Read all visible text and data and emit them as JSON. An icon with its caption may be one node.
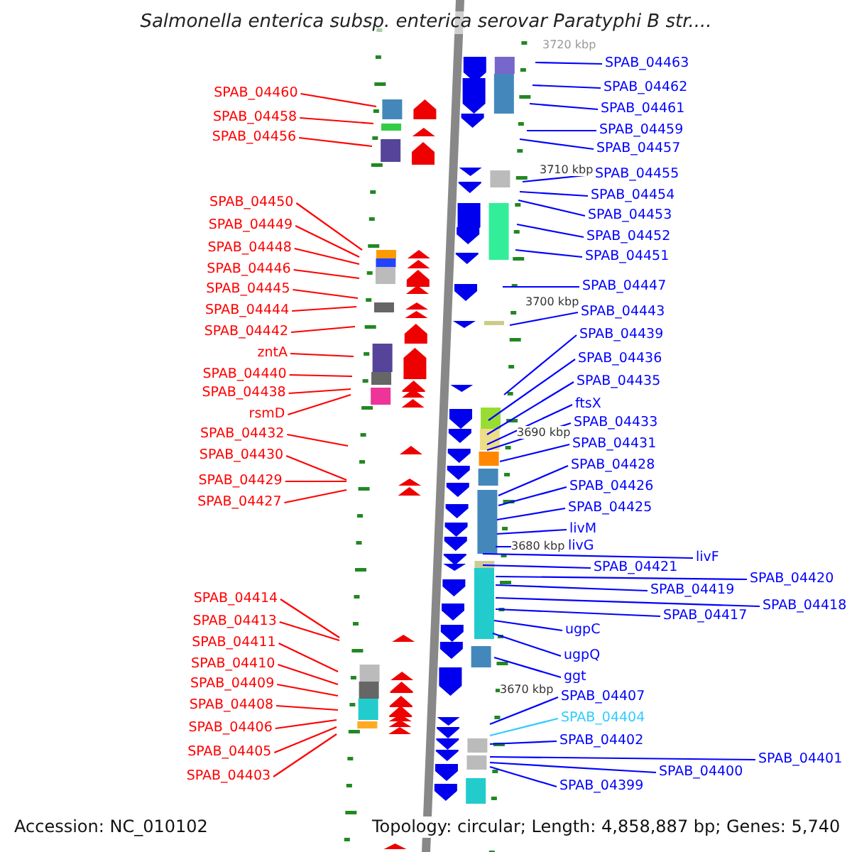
{
  "diagram": {
    "title": "Salmonella enterica subsp. enterica serovar Paratyphi B str....",
    "nodes": [
      {
        "text": [
          "SPAB_04460"
        ]
      },
      {
        "text": [
          "SPAB_04458"
        ]
      },
      {
        "text": [
          "SPAB_04456"
        ]
      },
      {
        "text": [
          "SPAB_04450"
        ]
      },
      {
        "text": [
          "SPAB_04449"
        ]
      },
      {
        "text": [
          "SPAB_04448"
        ]
      },
      {
        "text": [
          "SPAB_04446"
        ]
      },
      {
        "text": [
          "SPAB_04445"
        ]
      },
      {
        "text": [
          "SPAB_04444"
        ]
      },
      {
        "text": [
          "SPAB_04442"
        ]
      },
      {
        "text": [
          "zntA"
        ]
      },
      {
        "text": [
          "SPAB_04440"
        ]
      },
      {
        "text": [
          "SPAB_04438"
        ]
      },
      {
        "text": [
          "rsmD"
        ]
      },
      {
        "text": [
          "SPAB_04432"
        ]
      },
      {
        "text": [
          "SPAB_04430"
        ]
      },
      {
        "text": [
          "SPAB_04429"
        ]
      },
      {
        "text": [
          "SPAB_04427"
        ]
      },
      {
        "text": [
          "SPAB_04414"
        ]
      },
      {
        "text": [
          "SPAB_04413"
        ]
      },
      {
        "text": [
          "SPAB_04411"
        ]
      },
      {
        "text": [
          "SPAB_04410"
        ]
      },
      {
        "text": [
          "SPAB_04409"
        ]
      },
      {
        "text": [
          "SPAB_04408"
        ]
      },
      {
        "text": [
          "SPAB_04406"
        ]
      },
      {
        "text": [
          "SPAB_04405"
        ]
      },
      {
        "text": [
          "SPAB_04403"
        ]
      },
      {
        "text": [
          "SPAB_04463"
        ]
      },
      {
        "text": [
          "SPAB_04462"
        ]
      },
      {
        "text": [
          "SPAB_04461"
        ]
      },
      {
        "text": [
          "SPAB_04459"
        ]
      },
      {
        "text": [
          "SPAB_04457"
        ]
      },
      {
        "text": [
          "SPAB_04455"
        ]
      },
      {
        "text": [
          "SPAB_04454"
        ]
      },
      {
        "text": [
          "SPAB_04453"
        ]
      },
      {
        "text": [
          "SPAB_04452"
        ]
      },
      {
        "text": [
          "SPAB_04451"
        ]
      },
      {
        "text": [
          "SPAB_04447"
        ]
      },
      {
        "text": [
          "SPAB_04443"
        ]
      },
      {
        "text": [
          "SPAB_04439"
        ]
      },
      {
        "text": [
          "SPAB_04436"
        ]
      },
      {
        "text": [
          "SPAB_04435"
        ]
      },
      {
        "text": [
          "ftsX"
        ]
      },
      {
        "text": [
          "SPAB_04433"
        ]
      },
      {
        "text": [
          "SPAB_04431"
        ]
      },
      {
        "text": [
          "SPAB_04428"
        ]
      },
      {
        "text": [
          "SPAB_04426"
        ]
      },
      {
        "text": [
          "SPAB_04425"
        ]
      },
      {
        "text": [
          "livM"
        ]
      },
      {
        "text": [
          "livG"
        ]
      },
      {
        "text": [
          "SPAB_04421"
        ]
      },
      {
        "text": [
          "livF"
        ]
      },
      {
        "text": [
          "SPAB_04420"
        ]
      },
      {
        "text": [
          "SPAB_04419"
        ]
      },
      {
        "text": [
          "SPAB_04418"
        ]
      },
      {
        "text": [
          "SPAB_04417"
        ]
      },
      {
        "text": [
          "ugpC"
        ]
      },
      {
        "text": [
          "ugpQ"
        ]
      },
      {
        "text": [
          "ggt"
        ]
      },
      {
        "text": [
          "SPAB_04407"
        ]
      },
      {
        "text": [
          "SPAB_04404"
        ]
      },
      {
        "text": [
          "SPAB_04402"
        ]
      },
      {
        "text": [
          "SPAB_04400"
        ]
      },
      {
        "text": [
          "SPAB_04401"
        ]
      },
      {
        "text": [
          "SPAB_04399"
        ]
      }
    ],
    "edges": [
      {
        "from": 0,
        "to": null,
        "arrow": "none",
        "color": "#ff0000"
      },
      {
        "from": 1,
        "to": null,
        "arrow": "none",
        "color": "#ff0000"
      },
      {
        "from": 2,
        "to": null,
        "arrow": "none",
        "color": "#ff0000"
      },
      {
        "from": 3,
        "to": null,
        "arrow": "none",
        "color": "#ff0000"
      },
      {
        "from": 4,
        "to": null,
        "arrow": "none",
        "color": "#ff0000"
      },
      {
        "from": 5,
        "to": null,
        "arrow": "none",
        "color": "#ff0000"
      },
      {
        "from": 6,
        "to": null,
        "arrow": "none",
        "color": "#ff0000"
      },
      {
        "from": 7,
        "to": null,
        "arrow": "none",
        "color": "#ff0000"
      },
      {
        "from": 8,
        "to": null,
        "arrow": "none",
        "color": "#ff0000"
      },
      {
        "from": 9,
        "to": null,
        "arrow": "none",
        "color": "#ff0000"
      },
      {
        "from": 10,
        "to": null,
        "arrow": "none",
        "color": "#ff0000"
      },
      {
        "from": 11,
        "to": null,
        "arrow": "none",
        "color": "#ff0000"
      },
      {
        "from": 12,
        "to": null,
        "arrow": "none",
        "color": "#ff0000"
      },
      {
        "from": 13,
        "to": null,
        "arrow": "none",
        "color": "#ff0000"
      },
      {
        "from": 14,
        "to": null,
        "arrow": "none",
        "color": "#ff0000"
      },
      {
        "from": 15,
        "to": null,
        "arrow": "none",
        "color": "#ff0000"
      },
      {
        "from": 16,
        "to": null,
        "arrow": "none",
        "color": "#ff0000"
      },
      {
        "from": 17,
        "to": null,
        "arrow": "none",
        "color": "#ff0000"
      },
      {
        "from": 18,
        "to": null,
        "arrow": "none",
        "color": "#ff0000"
      },
      {
        "from": 19,
        "to": null,
        "arrow": "none",
        "color": "#ff0000"
      },
      {
        "from": 20,
        "to": null,
        "arrow": "none",
        "color": "#ff0000"
      },
      {
        "from": 21,
        "to": null,
        "arrow": "none",
        "color": "#ff0000"
      },
      {
        "from": 22,
        "to": null,
        "arrow": "none",
        "color": "#ff0000"
      },
      {
        "from": 23,
        "to": null,
        "arrow": "none",
        "color": "#ff0000"
      },
      {
        "from": 24,
        "to": null,
        "arrow": "none",
        "color": "#ff0000"
      },
      {
        "from": 25,
        "to": null,
        "arrow": "none",
        "color": "#ff0000"
      },
      {
        "from": 26,
        "to": null,
        "arrow": "none",
        "color": "#ff0000"
      },
      {
        "from": 27,
        "to": null,
        "arrow": "none"
      },
      {
        "from": 28,
        "to": null,
        "arrow": "none"
      },
      {
        "from": 29,
        "to": null,
        "arrow": "none"
      },
      {
        "from": 30,
        "to": null,
        "arrow": "none"
      },
      {
        "from": 31,
        "to": null,
        "arrow": "none"
      },
      {
        "from": 32,
        "to": null,
        "arrow": "none"
      },
      {
        "from": 33,
        "to": null,
        "arrow": "none"
      },
      {
        "from": 34,
        "to": null,
        "arrow": "none"
      },
      {
        "from": 35,
        "to": null,
        "arrow": "none"
      },
      {
        "from": 36,
        "to": null,
        "arrow": "none"
      },
      {
        "from": 37,
        "to": null,
        "arrow": "none"
      },
      {
        "from": 38,
        "to": null,
        "arrow": "none"
      },
      {
        "from": 39,
        "to": null,
        "arrow": "none"
      },
      {
        "from": 40,
        "to": null,
        "arrow": "none"
      },
      {
        "from": 41,
        "to": null,
        "arrow": "none"
      },
      {
        "from": 42,
        "to": null,
        "arrow": "none"
      },
      {
        "from": 43,
        "to": null,
        "arrow": "none"
      },
      {
        "from": 44,
        "to": null,
        "arrow": "none"
      },
      {
        "from": 45,
        "to": null,
        "arrow": "none"
      },
      {
        "from": 46,
        "to": null,
        "arrow": "none"
      },
      {
        "from": 47,
        "to": null,
        "arrow": "none"
      },
      {
        "from": 48,
        "to": null,
        "arrow": "none"
      },
      {
        "from": 49,
        "to": null,
        "arrow": "none"
      },
      {
        "from": 50,
        "to": null,
        "arrow": "none"
      },
      {
        "from": 51,
        "to": null,
        "arrow": "none"
      },
      {
        "from": 52,
        "to": null,
        "arrow": "none"
      },
      {
        "from": 53,
        "to": null,
        "arrow": "none"
      },
      {
        "from": 54,
        "to": null,
        "arrow": "none"
      },
      {
        "from": 55,
        "to": null,
        "arrow": "none"
      },
      {
        "from": 56,
        "to": null,
        "arrow": "none"
      },
      {
        "from": 57,
        "to": null,
        "arrow": "none"
      },
      {
        "from": 58,
        "to": null,
        "arrow": "none"
      },
      {
        "from": 59,
        "to": null,
        "arrow": "none"
      },
      {
        "from": 60,
        "to": null,
        "arrow": "none",
        "color": "#33ccff"
      },
      {
        "from": 61,
        "to": null,
        "arrow": "none"
      },
      {
        "from": 62,
        "to": null,
        "arrow": "none"
      },
      {
        "from": 63,
        "to": null,
        "arrow": "none"
      },
      {
        "from": 64,
        "to": null,
        "arrow": "none"
      }
    ],
    "labels": [
      "3720 kbp",
      "3710 kbp",
      "3700 kbp",
      "3690 kbp",
      "3680 kbp",
      "3670 kbp",
      "Accession: NC_010102",
      "Topology: circular; Length: 4,858,887 bp; Genes: 5,740"
    ]
  }
}
